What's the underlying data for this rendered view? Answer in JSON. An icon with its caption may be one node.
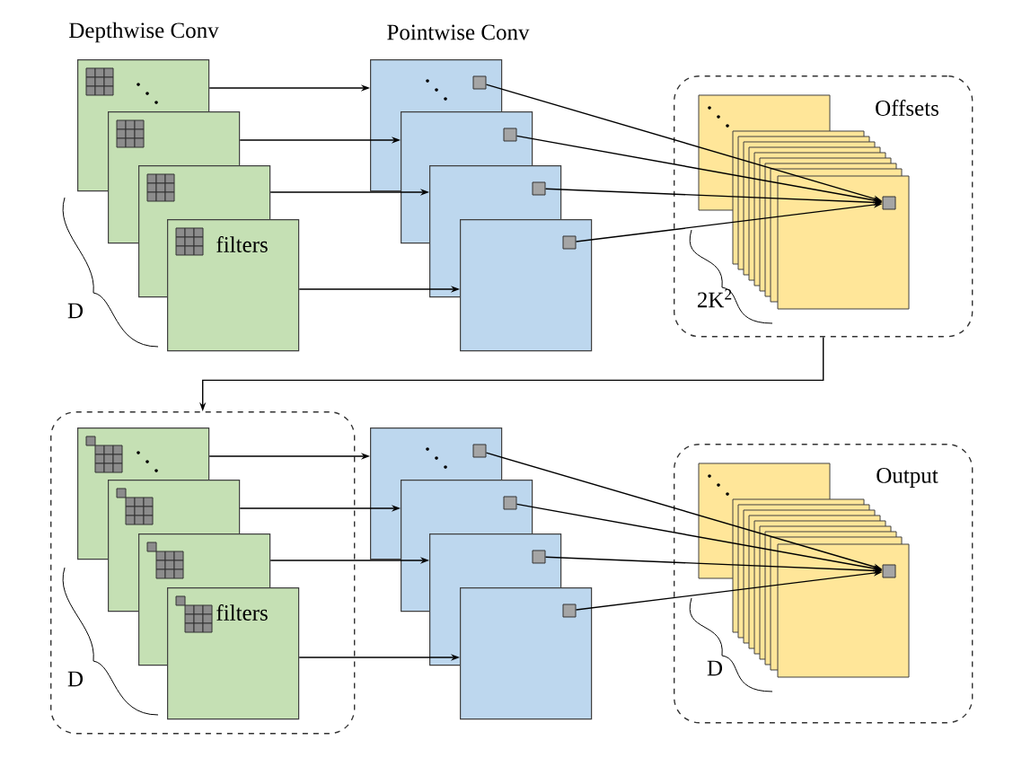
{
  "diagram": {
    "nodes": [
      {
        "text": [],
        "shape": "box"
      },
      {
        "text": [],
        "shape": "box"
      },
      {
        "text": [],
        "shape": "box"
      },
      {
        "text": [
          "filters"
        ]
      },
      {
        "text": [],
        "shape": "box"
      },
      {
        "text": [],
        "shape": "box"
      },
      {
        "text": [],
        "shape": "box"
      },
      {
        "text": [],
        "shape": "box"
      },
      {
        "text": [],
        "shape": "box",
        "in": 4
      },
      {
        "text": [],
        "shape": "box",
        "in": 5
      },
      {
        "text": [],
        "shape": "box",
        "in": 6
      },
      {
        "text": [],
        "shape": "box",
        "in": 7
      },
      {
        "text": [
          "Offsets"
        ]
      },
      {
        "text": [],
        "shape": "box",
        "in": 12
      },
      {
        "text": [],
        "shape": "box"
      },
      {
        "text": [],
        "shape": "box",
        "in": 14
      },
      {
        "text": [],
        "shape": "box",
        "in": 14
      },
      {
        "text": [],
        "shape": "box",
        "in": 14
      },
      {
        "text": [
          "filters"
        ],
        "in": 14
      },
      {
        "text": [],
        "shape": "box"
      },
      {
        "text": [],
        "shape": "box"
      },
      {
        "text": [],
        "shape": "box"
      },
      {
        "text": [],
        "shape": "box"
      },
      {
        "text": [],
        "shape": "box",
        "in": 19
      },
      {
        "text": [],
        "shape": "box",
        "in": 20
      },
      {
        "text": [],
        "shape": "box",
        "in": 21
      },
      {
        "text": [],
        "shape": "box",
        "in": 22
      },
      {
        "text": [
          "Output"
        ]
      },
      {
        "text": [],
        "shape": "box",
        "in": 27
      }
    ],
    "edges": [
      {
        "from": 0,
        "to": 4,
        "arrow": "to"
      },
      {
        "from": 1,
        "to": 5,
        "arrow": "to"
      },
      {
        "from": 2,
        "to": 6,
        "arrow": "to"
      },
      {
        "from": 3,
        "to": 7,
        "arrow": "to"
      },
      {
        "from": 8,
        "to": 13,
        "arrow": "to"
      },
      {
        "from": 9,
        "to": 13,
        "arrow": "to"
      },
      {
        "from": 10,
        "to": 13,
        "arrow": "to"
      },
      {
        "from": 11,
        "to": 13,
        "arrow": "to"
      },
      {
        "from": 12,
        "to": 14,
        "arrow": "to"
      },
      {
        "from": 15,
        "to": 19,
        "arrow": "to"
      },
      {
        "from": 16,
        "to": 20,
        "arrow": "to"
      },
      {
        "from": 17,
        "to": 21,
        "arrow": "to"
      },
      {
        "from": 18,
        "to": 22,
        "arrow": "to"
      },
      {
        "from": 23,
        "to": 28,
        "arrow": "to"
      },
      {
        "from": 24,
        "to": 28,
        "arrow": "to"
      },
      {
        "from": 25,
        "to": 28,
        "arrow": "to"
      },
      {
        "from": 26,
        "to": 28,
        "arrow": "to"
      }
    ],
    "labels": [
      "Depthwise Conv",
      "Pointwise Conv",
      "D",
      "2K$^{2}$",
      "D",
      "D"
    ]
  }
}
